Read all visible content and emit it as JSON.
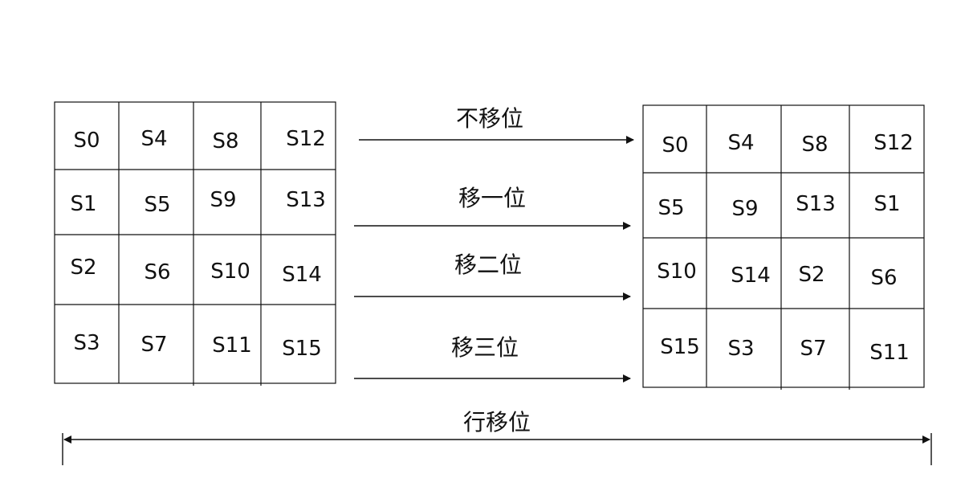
{
  "input_grid": {
    "rows": [
      [
        "S0",
        "S4",
        "S8",
        "S12"
      ],
      [
        "S1",
        "S5",
        "S9",
        "S13"
      ],
      [
        "S2",
        "S6",
        "S10",
        "S14"
      ],
      [
        "S3",
        "S7",
        "S11",
        "S15"
      ]
    ]
  },
  "output_grid": {
    "rows": [
      [
        "S0",
        "S4",
        "S8",
        "S12"
      ],
      [
        "S5",
        "S9",
        "S13",
        "S1"
      ],
      [
        "S10",
        "S14",
        "S2",
        "S6"
      ],
      [
        "S15",
        "S3",
        "S7",
        "S11"
      ]
    ]
  },
  "shift_labels": [
    "不移位",
    "移一位",
    "移二位",
    "移三位"
  ],
  "bottom_label": "行移位",
  "colors": {
    "line": "#111111",
    "background": "#ffffff"
  }
}
